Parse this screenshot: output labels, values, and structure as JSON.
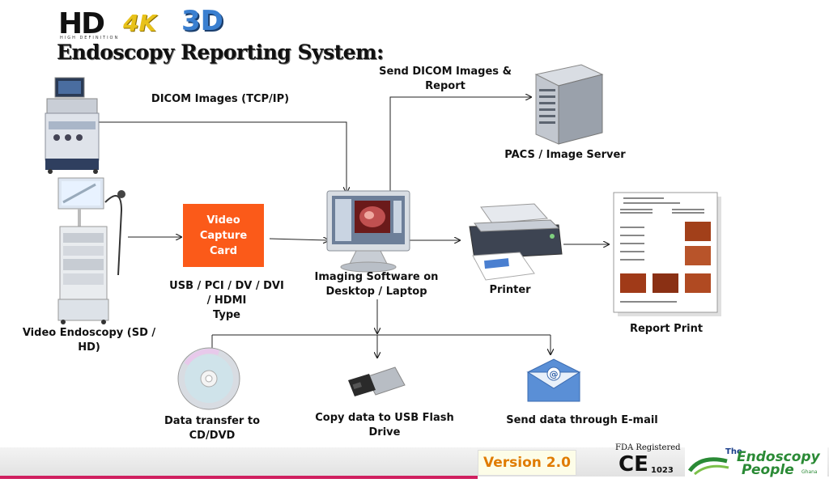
{
  "header": {
    "hd_logo": "HD",
    "hd_logo_sub": "HIGH DEFINITION",
    "logo_4k": "4K",
    "logo_3d": "3D",
    "title": "Endoscopy Reporting System:"
  },
  "edges": {
    "dicom_tcp": "DICOM Images (TCP/IP)",
    "send_dicom": [
      "Send DICOM Images &",
      "Report"
    ]
  },
  "nodes": {
    "video_endoscopy": [
      "Video Endoscopy (SD /",
      "HD)"
    ],
    "capture_card": [
      "Video",
      "Capture",
      "Card"
    ],
    "capture_type": [
      "USB / PCI / DV / DVI",
      "/ HDMI",
      "Type"
    ],
    "imaging_software": [
      "Imaging Software on",
      "Desktop / Laptop"
    ],
    "pacs": "PACS / Image Server",
    "printer": "Printer",
    "report_print": "Report  Print",
    "cd_dvd": [
      "Data transfer to",
      "CD/DVD"
    ],
    "usb": "Copy  data to USB Flash Drive",
    "email": "Send data through E-mail"
  },
  "colors": {
    "capture_card": "#fb5a19",
    "arrow": "#222222",
    "footer_accent": "#d02060"
  },
  "footer": {
    "version": "Version 2.0",
    "fda": "FDA Registered",
    "ce_mark": "CE",
    "ce_number": "1023",
    "brand_the": "The",
    "brand_endoscopy": "Endoscopy",
    "brand_people": "People",
    "brand_ghana": "Ghana"
  }
}
